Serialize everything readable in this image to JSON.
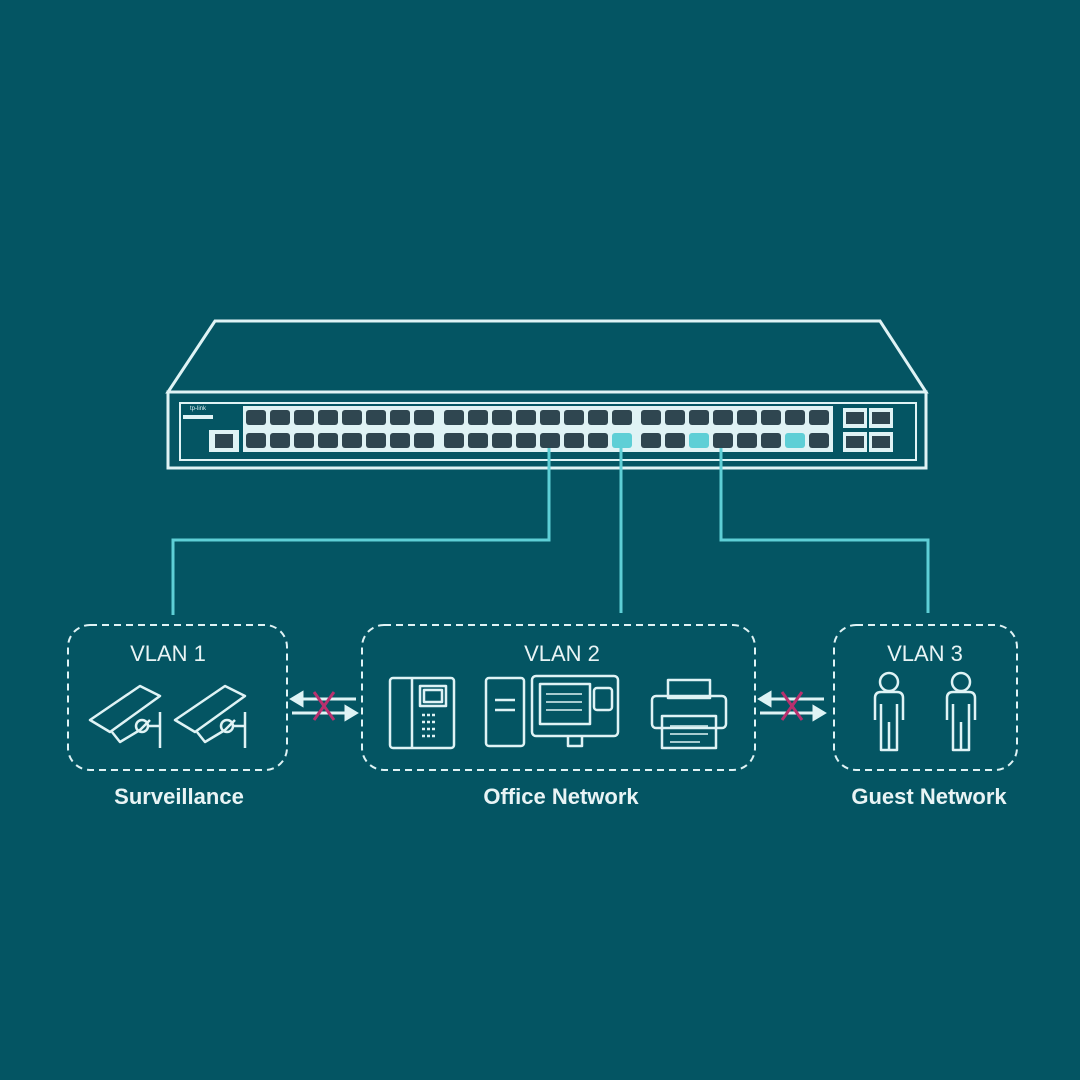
{
  "colors": {
    "background": "#045563",
    "outline": "#dff3f5",
    "link": "#5ecfd6",
    "block": "#b8306e",
    "port": "#2f4650"
  },
  "switch": {
    "ports_per_row": 24,
    "rows": 2,
    "sfp_ports": 4,
    "active_ports": [
      15,
      18,
      22
    ]
  },
  "vlans": [
    {
      "name": "VLAN 1",
      "caption": "Surveillance",
      "icons": [
        "security-camera-icon",
        "security-camera-icon"
      ]
    },
    {
      "name": "VLAN 2",
      "caption": "Office Network",
      "icons": [
        "ip-phone-icon",
        "desktop-computer-icon",
        "printer-icon"
      ]
    },
    {
      "name": "VLAN 3",
      "caption": "Guest Network",
      "icons": [
        "person-icon",
        "person-icon"
      ]
    }
  ],
  "separators": [
    {
      "between": "VLAN 1 / VLAN 2",
      "status": "blocked"
    },
    {
      "between": "VLAN 2 / VLAN 3",
      "status": "blocked"
    }
  ]
}
